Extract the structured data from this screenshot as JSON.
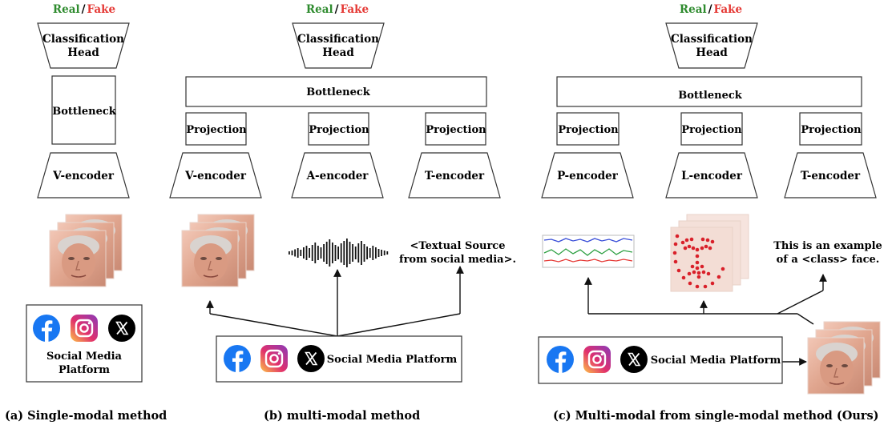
{
  "real_label": "Real",
  "slash": "/",
  "fake_label": "Fake",
  "colors": {
    "real": "#2e8b2e",
    "fake": "#e53935",
    "facebook": "#1877f2",
    "instagram_pink": "#e1306c",
    "x_black": "#000000"
  },
  "labels": {
    "classification_head_line1": "Classification",
    "classification_head_line2": "Head",
    "bottleneck": "Bottleneck",
    "projection": "Projection",
    "v_encoder": "V-encoder",
    "a_encoder": "A-encoder",
    "t_encoder": "T-encoder",
    "p_encoder": "P-encoder",
    "l_encoder": "L-encoder"
  },
  "social": {
    "stacked_line1": "Social Media",
    "stacked_line2": "Platform",
    "inline": "Social Media Platform",
    "icons": [
      "facebook-icon",
      "instagram-icon",
      "x-icon"
    ]
  },
  "text_inputs": {
    "textual_source_line1": "<Textual Source",
    "textual_source_line2": "from social media>.",
    "example_line1": "This is an example",
    "example_line2": "of a <class> face."
  },
  "captions": {
    "a": "(a) Single-modal method",
    "b": "(b) multi-modal method",
    "c": "(c) Multi-modal from single-modal method (Ours)"
  }
}
